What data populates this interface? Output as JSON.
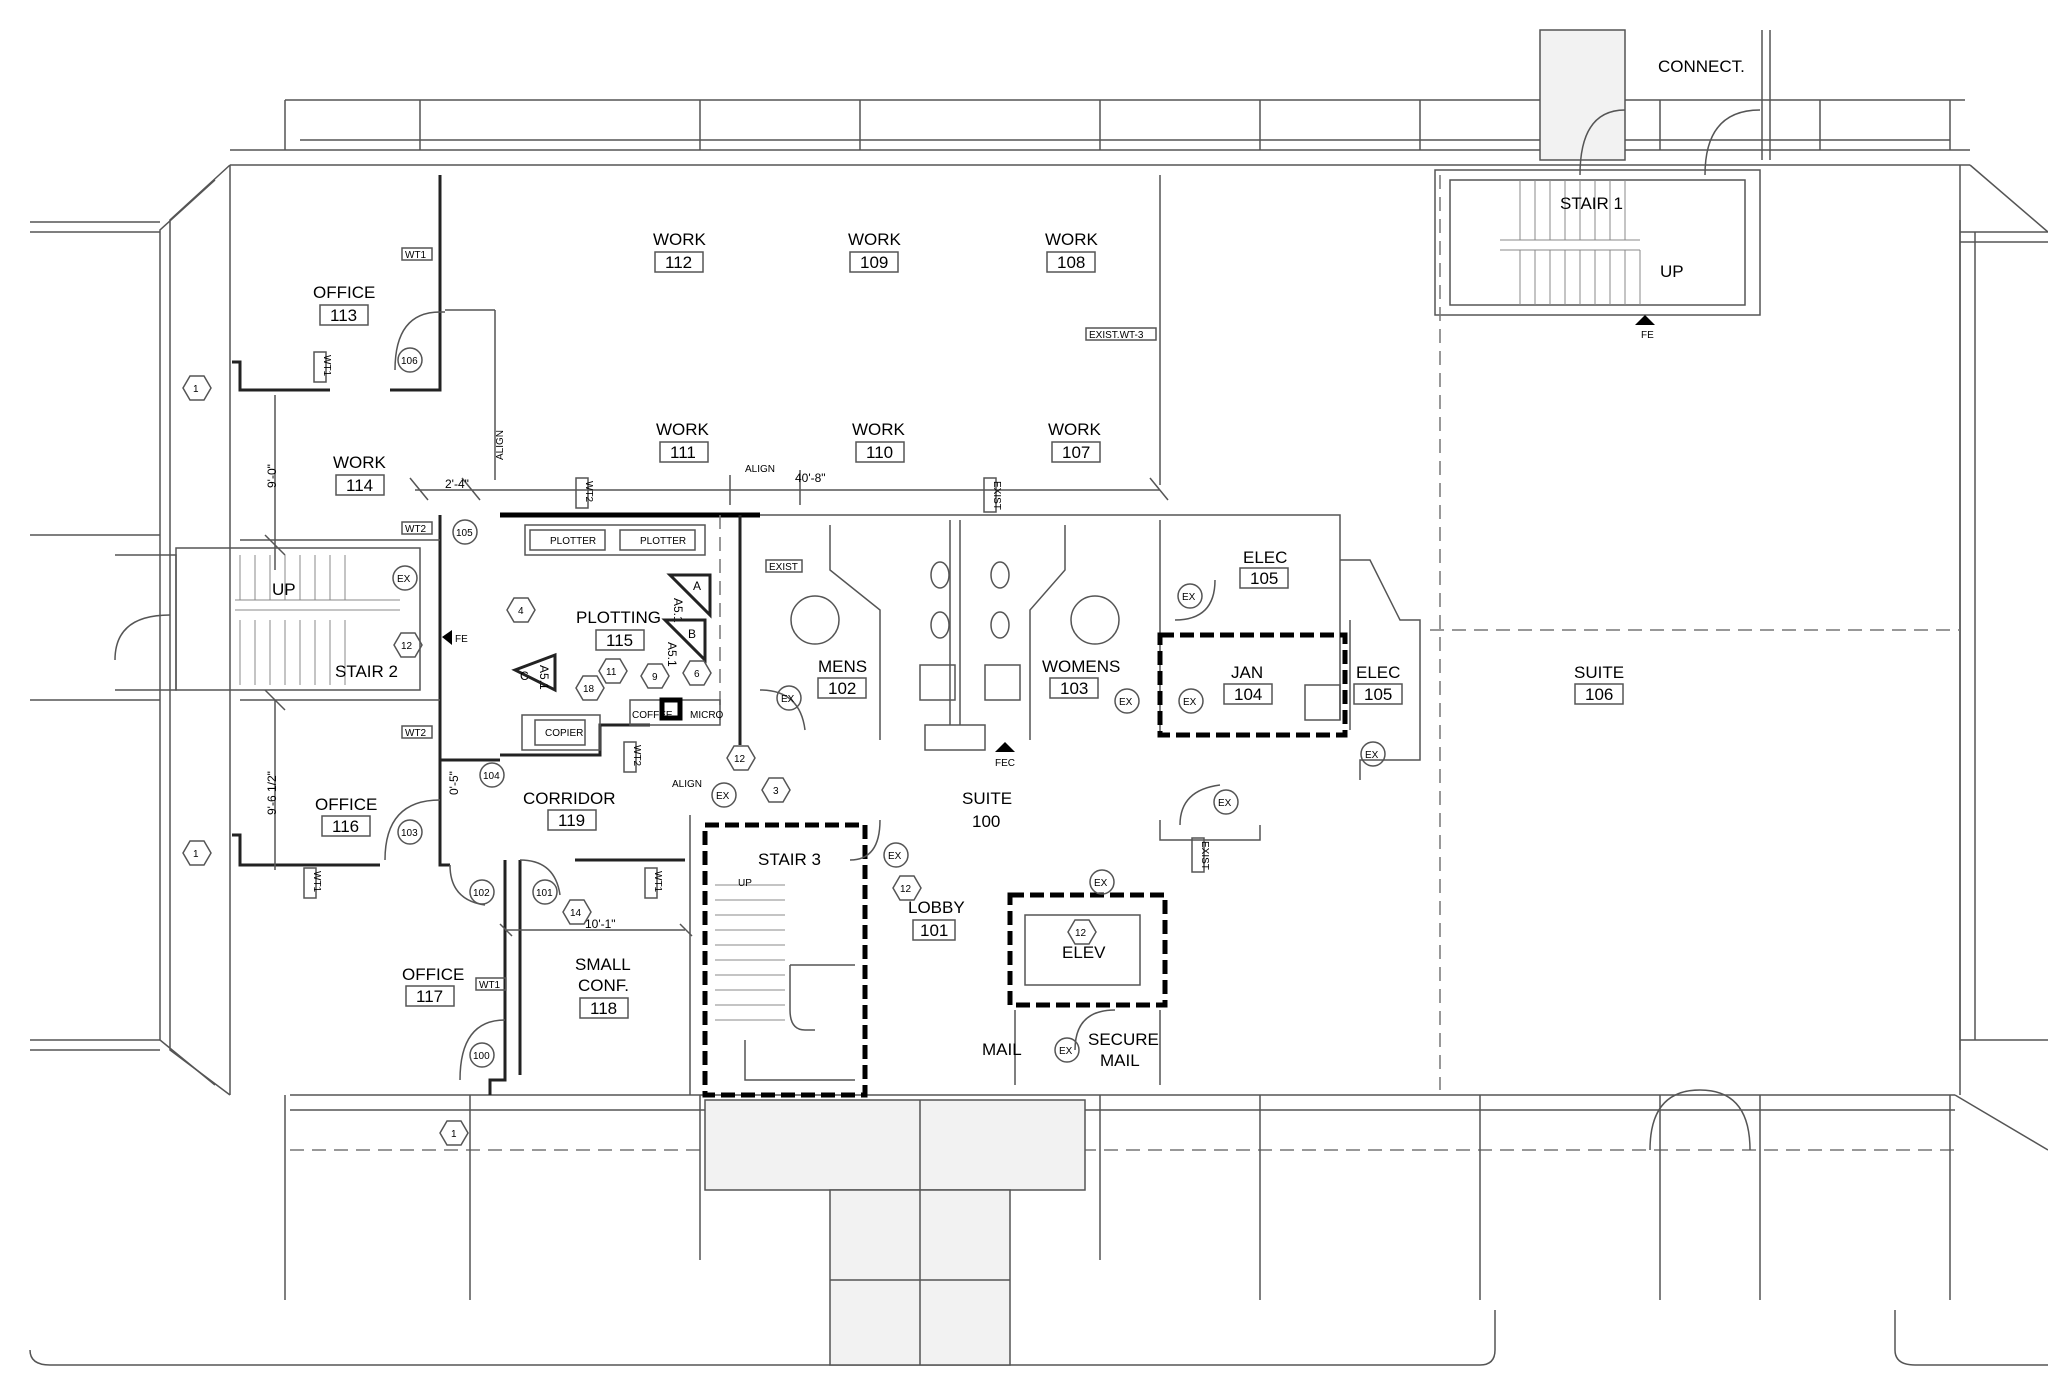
{
  "rooms": {
    "connect": {
      "name": "CONNECT."
    },
    "stair1": {
      "name": "STAIR 1",
      "up": "UP"
    },
    "r112": {
      "name": "WORK",
      "num": "112"
    },
    "r109": {
      "name": "WORK",
      "num": "109"
    },
    "r108": {
      "name": "WORK",
      "num": "108"
    },
    "r113": {
      "name": "OFFICE",
      "num": "113"
    },
    "r111": {
      "name": "WORK",
      "num": "111"
    },
    "r110": {
      "name": "WORK",
      "num": "110"
    },
    "r107": {
      "name": "WORK",
      "num": "107"
    },
    "r114": {
      "name": "WORK",
      "num": "114"
    },
    "stair2": {
      "name": "STAIR 2",
      "up": "UP"
    },
    "r115": {
      "name": "PLOTTING",
      "num": "115"
    },
    "r102": {
      "name": "MENS",
      "num": "102"
    },
    "r103": {
      "name": "WOMENS",
      "num": "103"
    },
    "r105a": {
      "name": "ELEC",
      "num": "105"
    },
    "r104": {
      "name": "JAN",
      "num": "104"
    },
    "r105b": {
      "name": "ELEC",
      "num": "105"
    },
    "r106": {
      "name": "SUITE",
      "num": "106"
    },
    "r116": {
      "name": "OFFICE",
      "num": "116"
    },
    "r119": {
      "name": "CORRIDOR",
      "num": "119"
    },
    "suite100": {
      "name": "SUITE",
      "num": "100"
    },
    "stair3": {
      "name": "STAIR 3",
      "up": "UP"
    },
    "r101": {
      "name": "LOBBY",
      "num": "101"
    },
    "elev": {
      "name": "ELEV"
    },
    "r117": {
      "name": "OFFICE",
      "num": "117"
    },
    "r118": {
      "name": "SMALL",
      "name2": "CONF.",
      "num": "118"
    },
    "mail": {
      "name": "MAIL"
    },
    "secure": {
      "name": "SECURE",
      "name2": "MAIL"
    }
  },
  "doors": {
    "d106": "106",
    "d105": "105",
    "d104": "104",
    "d103": "103",
    "d102": "102",
    "d101": "101",
    "d100": "100"
  },
  "keynotes": {
    "k1a": "1",
    "k1b": "1",
    "k1c": "1",
    "k4": "4",
    "k12a": "12",
    "k11": "11",
    "k9": "9",
    "k6": "6",
    "k18": "18",
    "k12b": "12",
    "k3": "3",
    "k14": "14",
    "k12c": "12",
    "k12d": "12"
  },
  "sections": {
    "sA": {
      "letter": "A",
      "sheet": "A5.1"
    },
    "sB": {
      "letter": "B",
      "sheet": "A5.1"
    },
    "sC": {
      "letter": "C",
      "sheet": "A5.1"
    }
  },
  "ex_label": "EX",
  "tags": {
    "wt1": "WT1",
    "wt2": "WT2",
    "exist": "EXIST",
    "exist_wt3": "EXIST.WT-3",
    "fe": "FE",
    "fec": "FEC",
    "align": "ALIGN"
  },
  "equipment": {
    "plotter": "PLOTTER",
    "copier": "COPIER",
    "micro": "MICRO",
    "coffee": "COFFEE"
  },
  "dimensions": {
    "d_2_4": "2'-4\"",
    "d_40_8": "40'-8\"",
    "d_9_0": "9'-0\"",
    "d_9_6": "9'-6 1/2\"",
    "d_0_5": "0'-5\"",
    "d_10_1": "10'-1\""
  }
}
